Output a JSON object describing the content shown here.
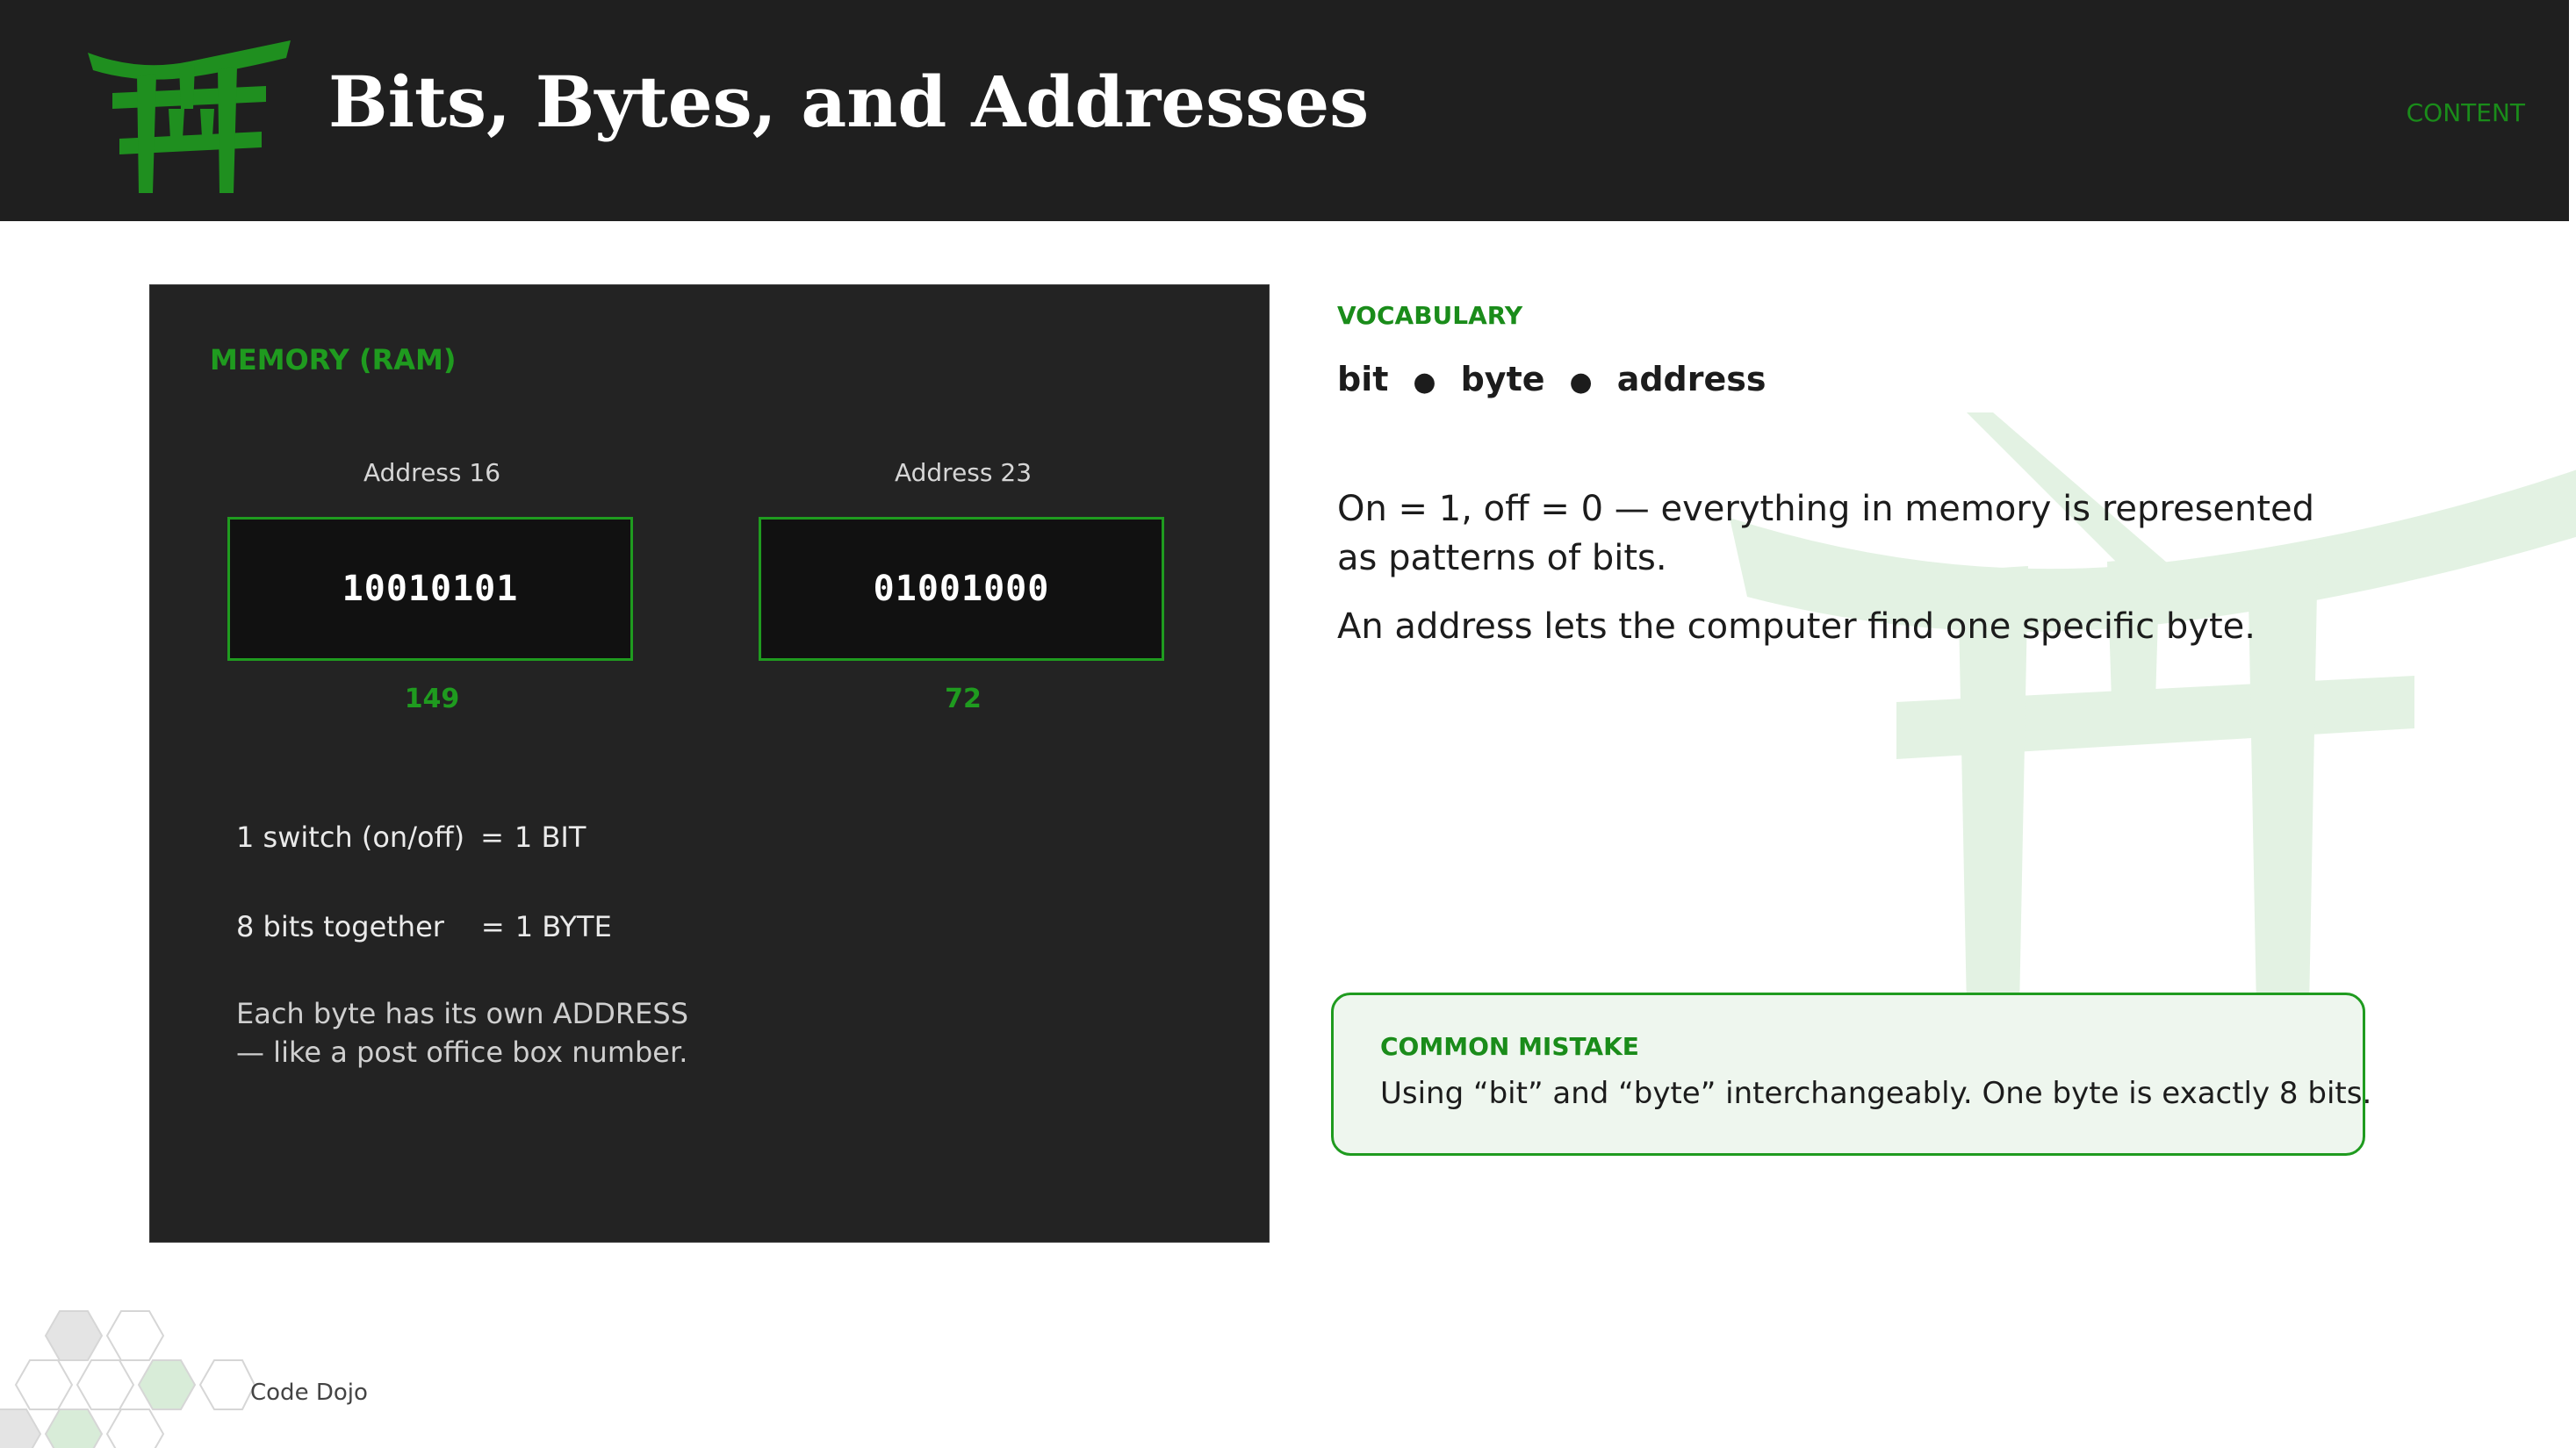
{
  "header": {
    "title": "Bits, Bytes, and Addresses",
    "section_tag": "CONTENT",
    "logo_icon": "torii-gate-icon"
  },
  "colors": {
    "accent_green": "#1f9b1f",
    "header_bg": "#1f1f1f",
    "panel_bg": "#232323",
    "mistake_bg": "#eef6ee"
  },
  "memory_panel": {
    "label": "MEMORY (RAM)",
    "cells": [
      {
        "address": "Address 16",
        "bits": "10010101",
        "decimal": "149"
      },
      {
        "address": "Address 23",
        "bits": "01001000",
        "decimal": "72"
      }
    ],
    "facts": [
      {
        "left": "1 switch (on/off)",
        "eq": "=",
        "right": "1 BIT"
      },
      {
        "left": "8 bits together",
        "eq": "=",
        "right": "1 BYTE"
      }
    ],
    "note_line1": "Each byte has its own ADDRESS",
    "note_line2": "— like a post office box number."
  },
  "vocabulary": {
    "label": "VOCABULARY",
    "terms": [
      "bit",
      "byte",
      "address"
    ],
    "separator": "●"
  },
  "body": {
    "paragraph1": "On = 1, off = 0 — everything in memory is represented as patterns of bits.",
    "paragraph2": "An address lets the computer find one specific byte."
  },
  "common_mistake": {
    "label": "COMMON MISTAKE",
    "text": "Using “bit” and “byte” interchangeably. One byte is exactly 8 bits."
  },
  "footer": {
    "brand": "Code Dojo",
    "decor_icon": "hexagon-pattern-icon"
  }
}
